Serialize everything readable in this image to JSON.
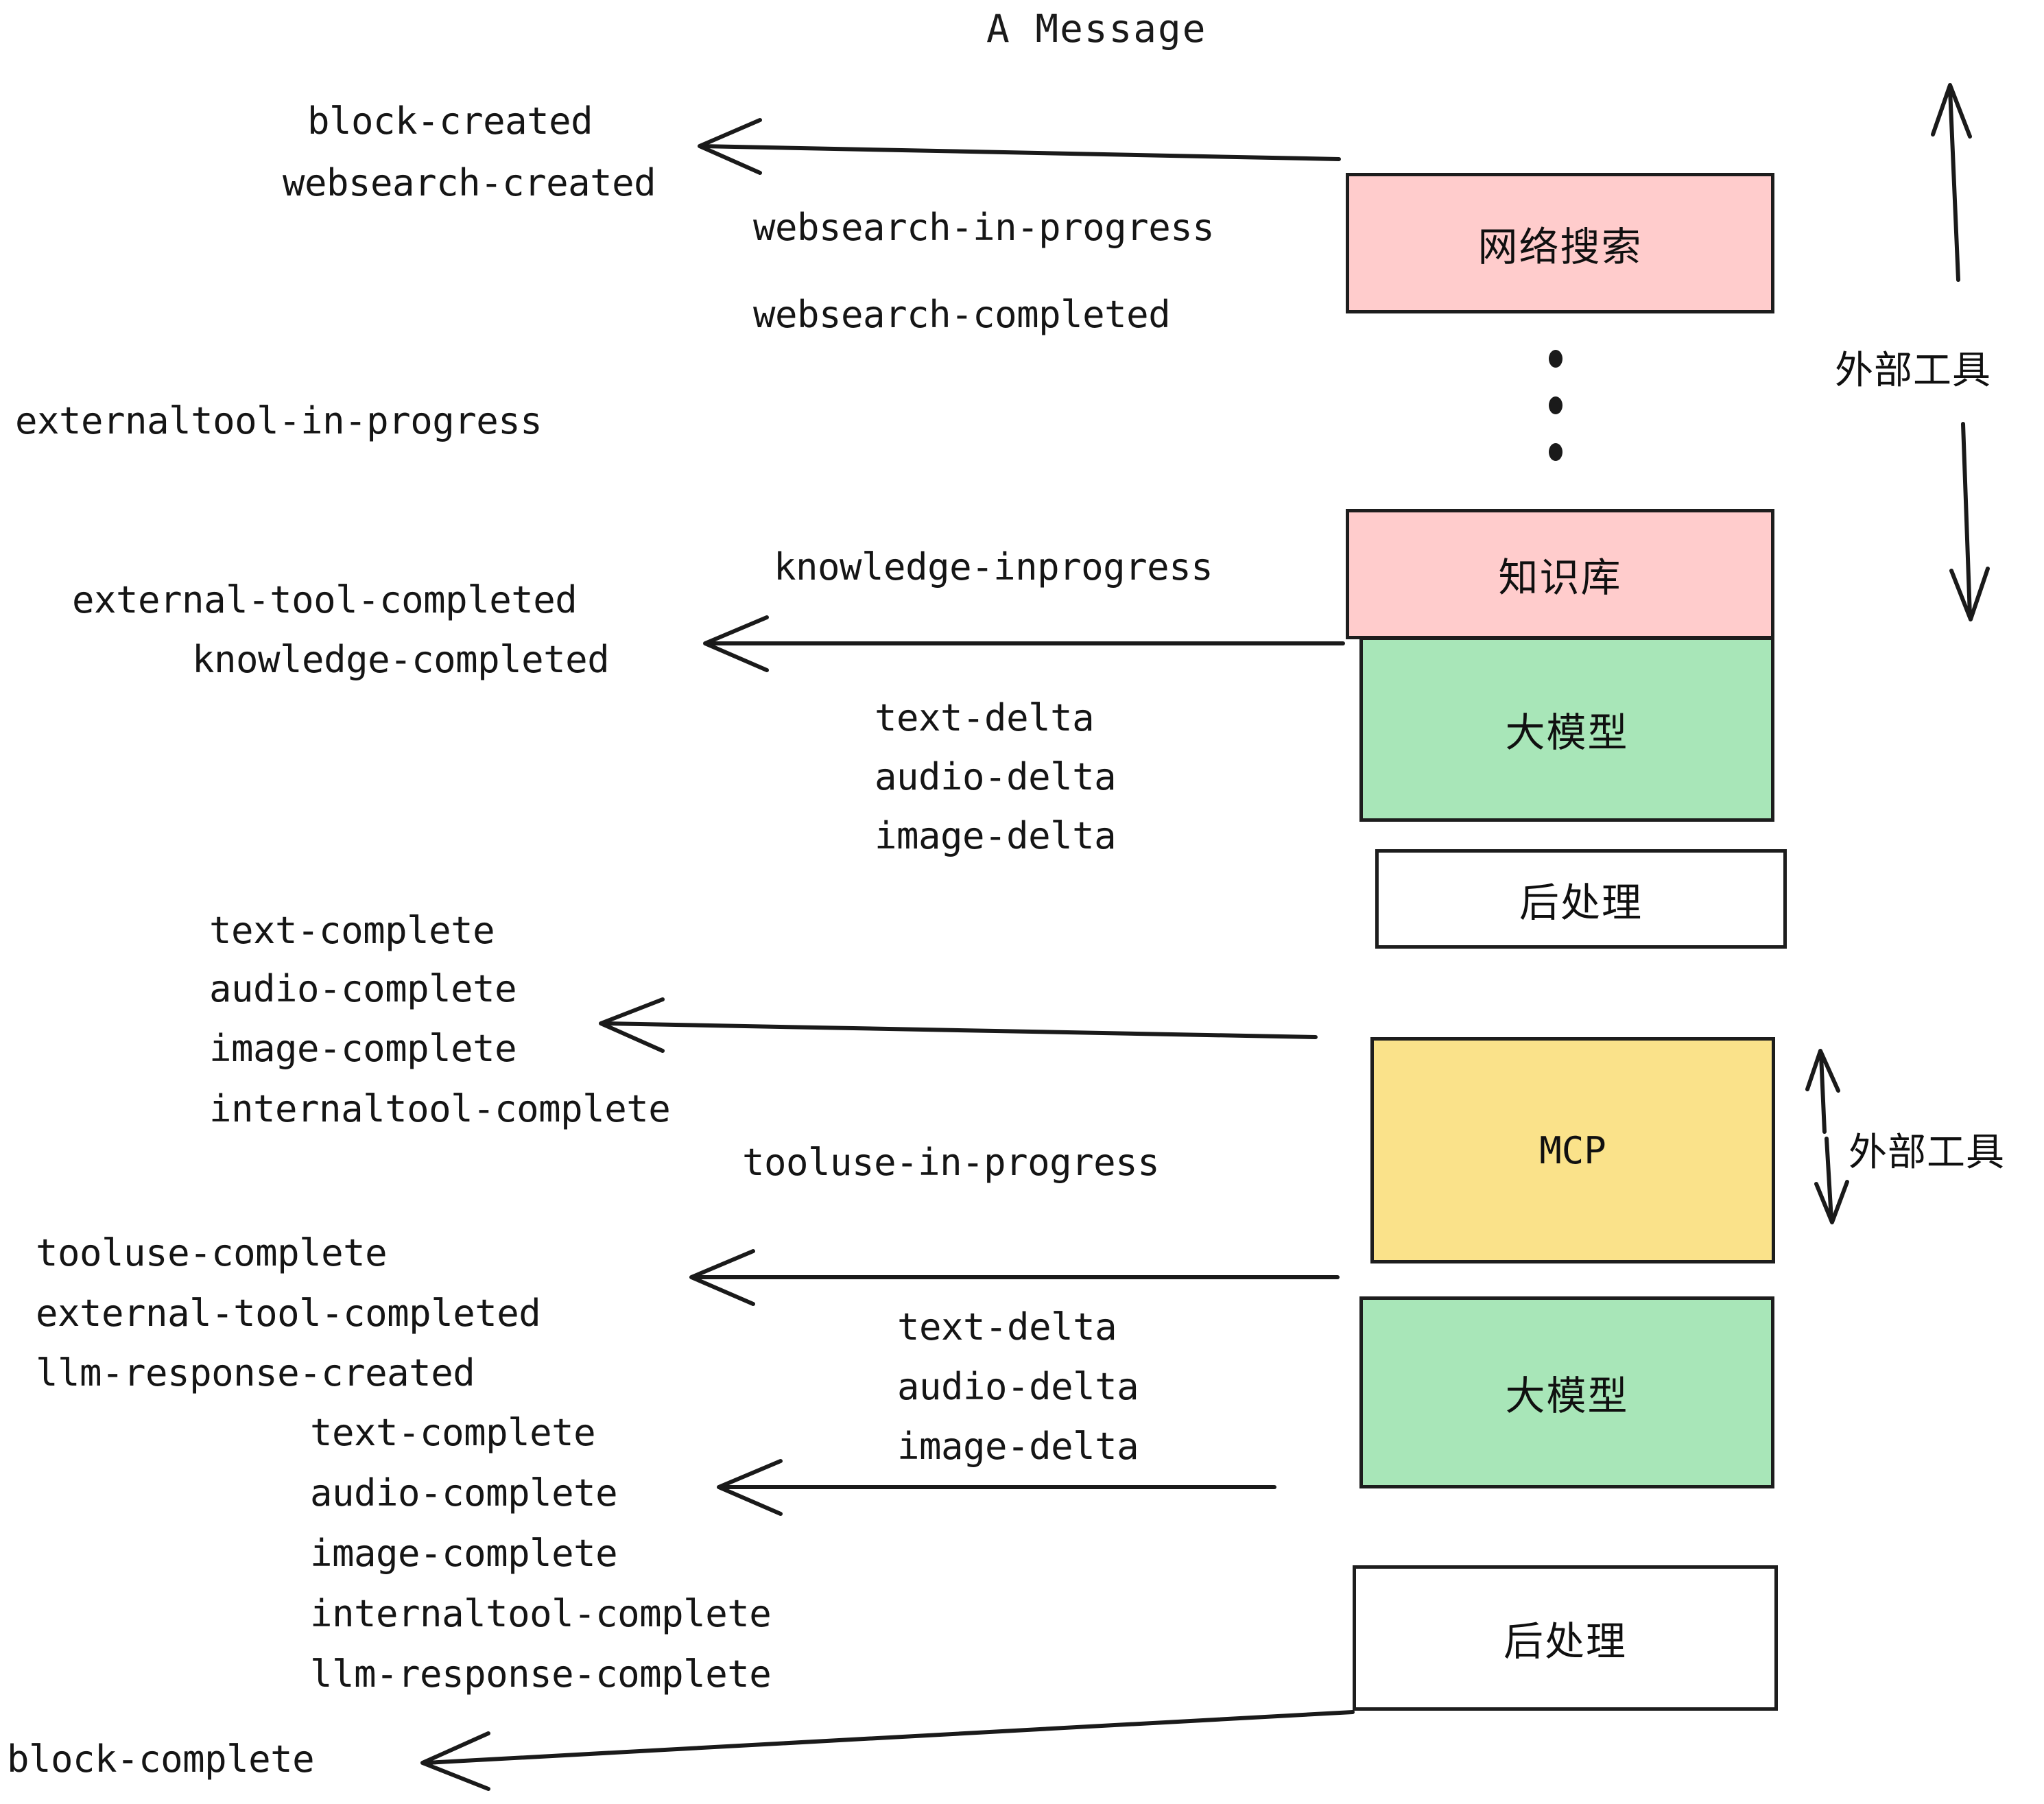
{
  "title": "A Message",
  "events": {
    "block_created": "block-created",
    "websearch_created": "websearch-created",
    "websearch_in_progress": "websearch-in-progress",
    "websearch_completed": "websearch-completed",
    "externaltool_in_progress": "externaltool-in-progress",
    "knowledge_inprogress": "knowledge-inprogress",
    "external_tool_completed_1": "external-tool-completed",
    "knowledge_completed": "knowledge-completed",
    "text_delta_1": "text-delta",
    "audio_delta_1": "audio-delta",
    "image_delta_1": "image-delta",
    "text_complete_1": "text-complete",
    "audio_complete_1": "audio-complete",
    "image_complete_1": "image-complete",
    "internaltool_complete_1": "internaltool-complete",
    "tooluse_in_progress": "tooluse-in-progress",
    "tooluse_complete": "tooluse-complete",
    "external_tool_completed_2": "external-tool-completed",
    "llm_response_created": "llm-response-created",
    "text_delta_2": "text-delta",
    "audio_delta_2": "audio-delta",
    "image_delta_2": "image-delta",
    "text_complete_2": "text-complete",
    "audio_complete_2": "audio-complete",
    "image_complete_2": "image-complete",
    "internaltool_complete_2": "internaltool-complete",
    "llm_response_complete": "llm-response-complete",
    "block_complete": "block-complete"
  },
  "boxes": [
    {
      "id": "websearch",
      "label": "网络搜索",
      "color": "#ffcccc"
    },
    {
      "id": "knowledge",
      "label": "知识库",
      "color": "#ffcccc"
    },
    {
      "id": "llm-1",
      "label": "大模型",
      "color": "#a8e6b8"
    },
    {
      "id": "postprocess-1",
      "label": "后处理",
      "color": "#ffffff"
    },
    {
      "id": "mcp",
      "label": "MCP",
      "color": "#fae28a"
    },
    {
      "id": "llm-2",
      "label": "大模型",
      "color": "#a8e6b8"
    },
    {
      "id": "postprocess-2",
      "label": "后处理",
      "color": "#ffffff"
    }
  ],
  "side_labels": {
    "external_tool_top": "外部工具",
    "external_tool_bottom": "外部工具"
  },
  "colors": {
    "pink": "#ffcccc",
    "green": "#a8e6b8",
    "yellow": "#fae28a",
    "white": "#ffffff",
    "stroke": "#1d1d1d",
    "text": "#151515"
  }
}
